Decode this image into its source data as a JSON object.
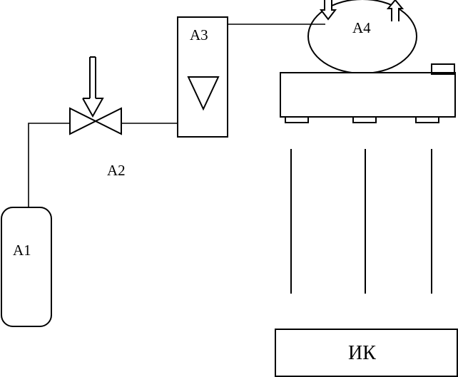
{
  "labels": {
    "a1": "A1",
    "a2": "A2",
    "a3": "A3",
    "a4": "A4",
    "ik": "ИК"
  },
  "colors": {
    "line": "#000000",
    "background": "#ffffff"
  }
}
